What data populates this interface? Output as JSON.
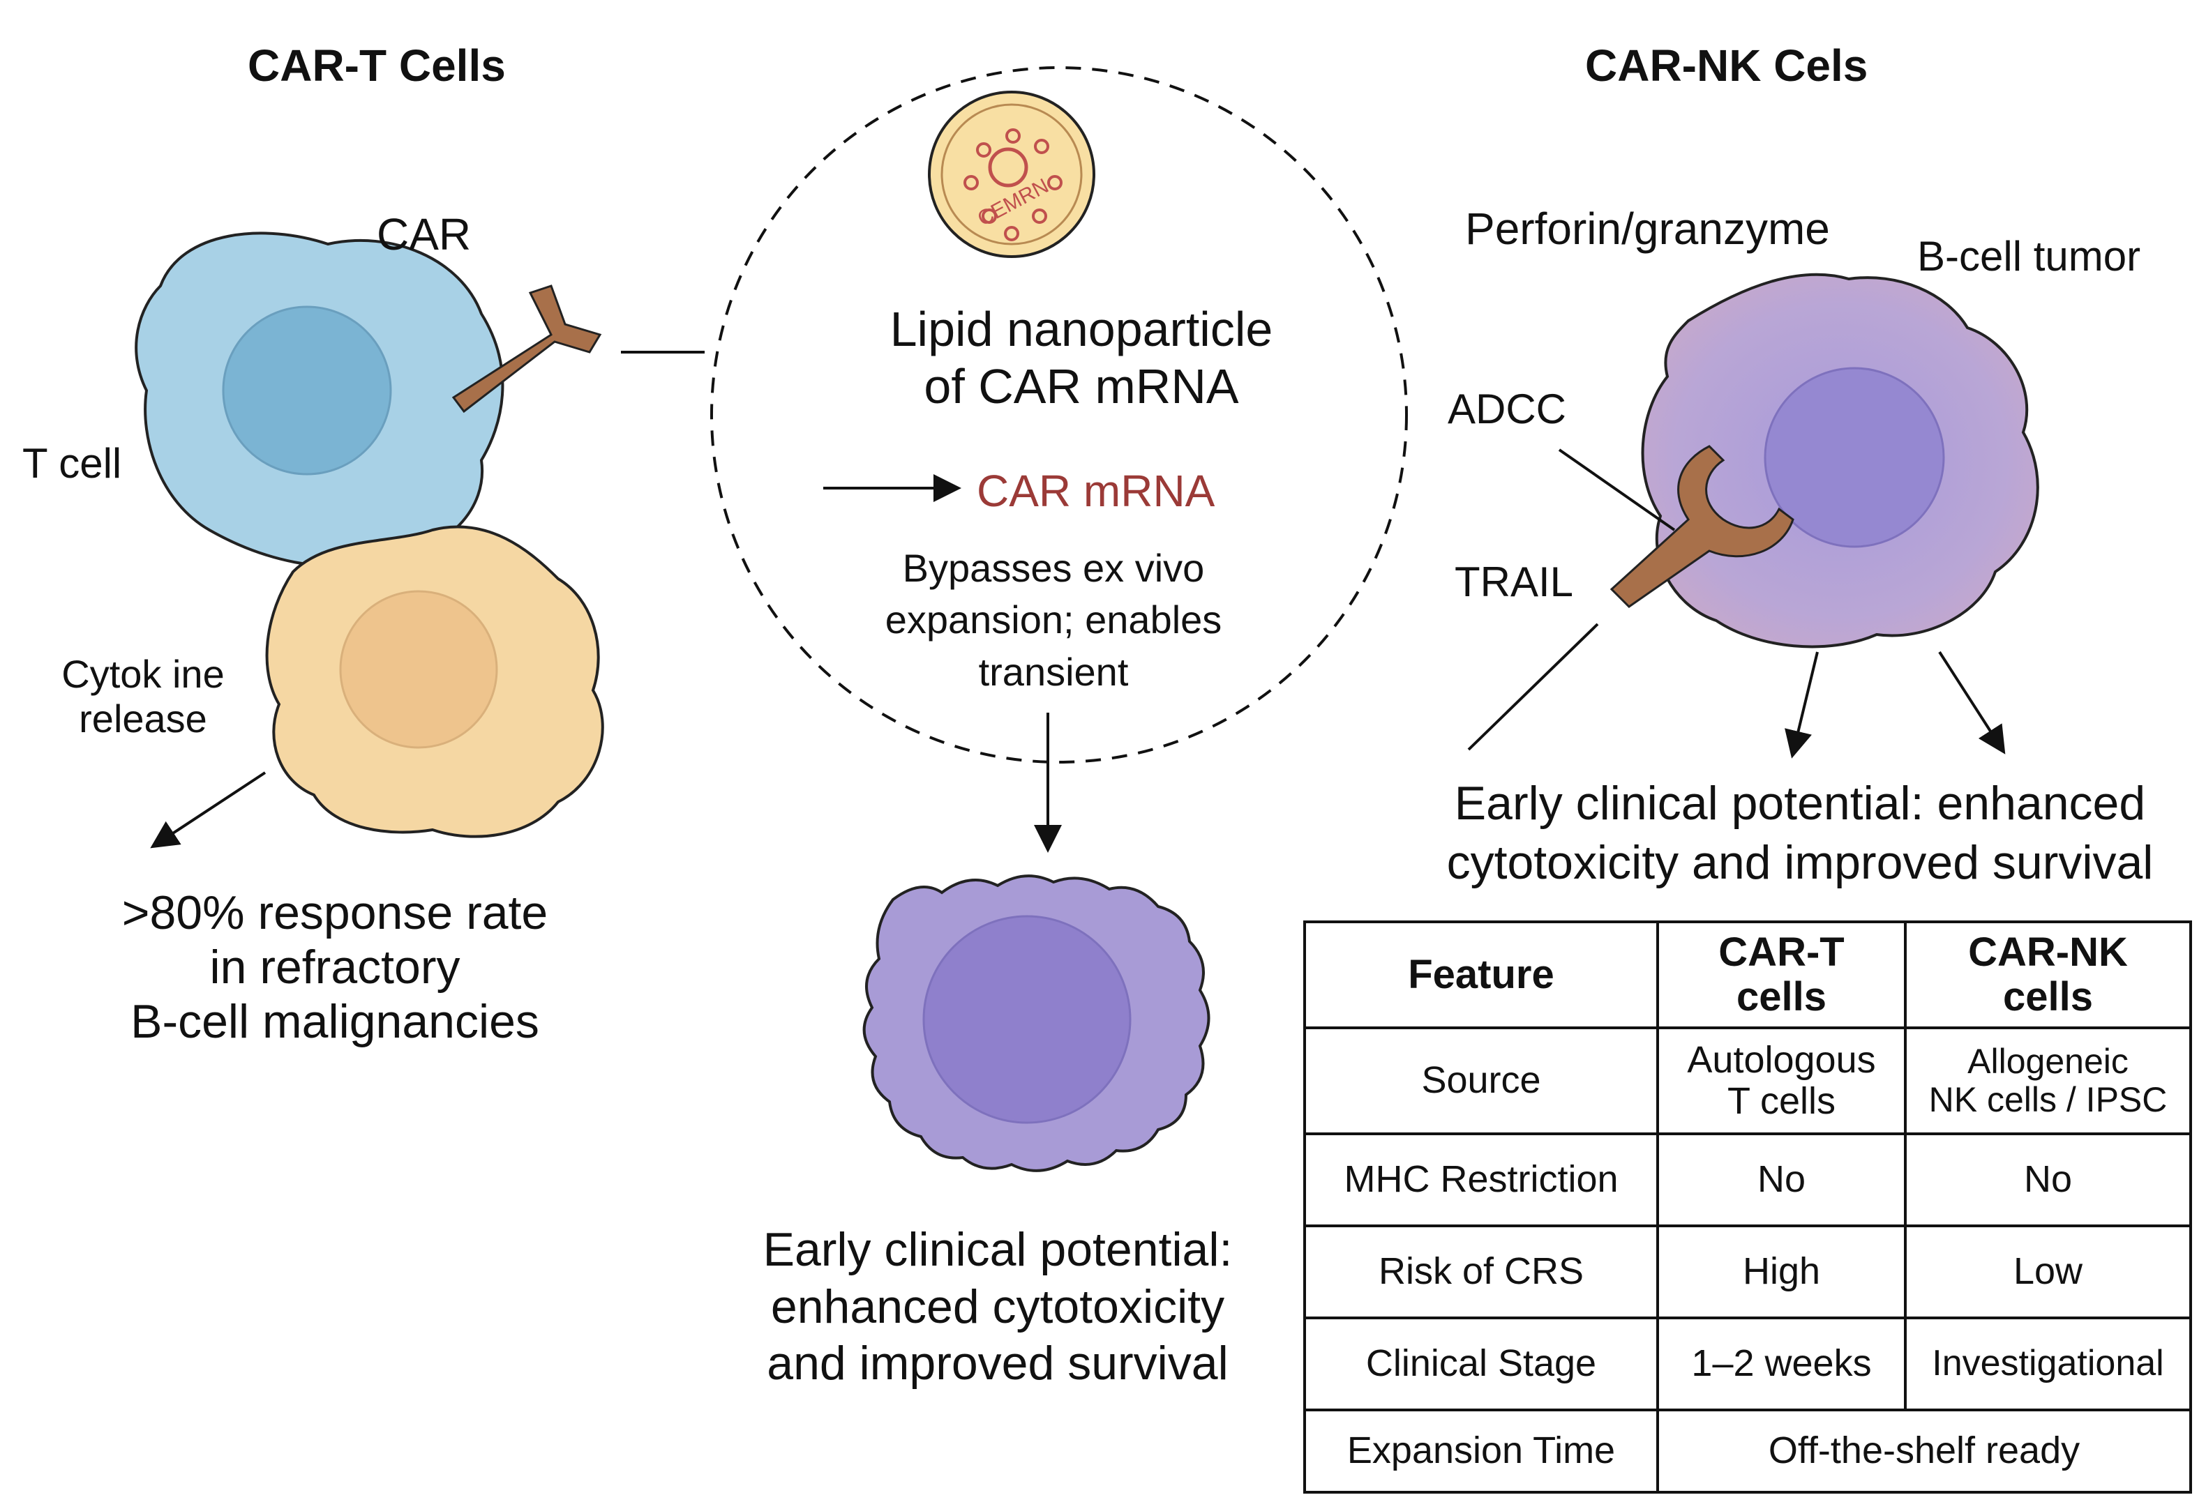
{
  "car_t": {
    "heading": "CAR-T Cells",
    "car_label": "CAR",
    "tcell_label": "T cell",
    "cytokine_label_1": "Cytok ine",
    "cytokine_label_2": "release",
    "response_1": ">80% response rate",
    "response_2": "in refractory",
    "response_3": "B-cell malignancies",
    "colors": {
      "tcell": "#a8d1e6",
      "nucleus": "#7bb4d3",
      "tumor": "#f5d7a3",
      "tumor_nucleus": "#eec48d",
      "receptor": "#a8704a"
    }
  },
  "lnp": {
    "particle_text": "CEMRN",
    "title_1": "Lipid nanoparticle",
    "title_2": "of CAR mRNA",
    "mrna_label": "CAR mRNA",
    "desc_1": "Bypasses ex vivo",
    "desc_2": "expansion; enables",
    "desc_3": "transient",
    "outcome_1": "Early clinical potential:",
    "outcome_2": "enhanced cytotoxicity",
    "outcome_3": "and improved survival",
    "colors": {
      "particle": "#f8dfa3",
      "particle_ring": "#c0504d",
      "mrna_text": "#9b3a37",
      "cell": "#a89bd6",
      "cell_nucleus": "#8f80cc"
    }
  },
  "car_nk": {
    "heading": "CAR-NK Cels",
    "perforin_label": "Perforin/granzyme",
    "tumor_label": "B-cell tumor",
    "adcc_label": "ADCC",
    "trail_label": "TRAIL",
    "outcome_1": "Early clinical potential: enhanced",
    "outcome_2": "cytotoxicity and improved survival",
    "colors": {
      "cell": "#b3a3d8",
      "nucleus": "#9588d1"
    }
  },
  "table": {
    "headers": [
      "Feature",
      "CAR-T cells",
      "CAR-NK cells"
    ],
    "header_lines": [
      [
        "Feature"
      ],
      [
        "CAR-T",
        "cells"
      ],
      [
        "CAR-NK",
        "cells"
      ]
    ],
    "rows": [
      {
        "feature": "Source",
        "car_t": [
          "Autologous",
          "T cells"
        ],
        "car_nk": [
          "Allogeneic",
          "NK cells / IPSC"
        ]
      },
      {
        "feature": "MHC Restriction",
        "car_t": [
          "No"
        ],
        "car_nk": [
          "No"
        ]
      },
      {
        "feature": "Risk of CRS",
        "car_t": [
          "High"
        ],
        "car_nk": [
          "Low"
        ]
      },
      {
        "feature": "Clinical Stage",
        "car_t": [
          "1–2 weeks"
        ],
        "car_nk": [
          "Investigational"
        ]
      }
    ],
    "last_row": {
      "feature": "Expansion Time",
      "merged": "Off-the-shelf ready"
    }
  }
}
